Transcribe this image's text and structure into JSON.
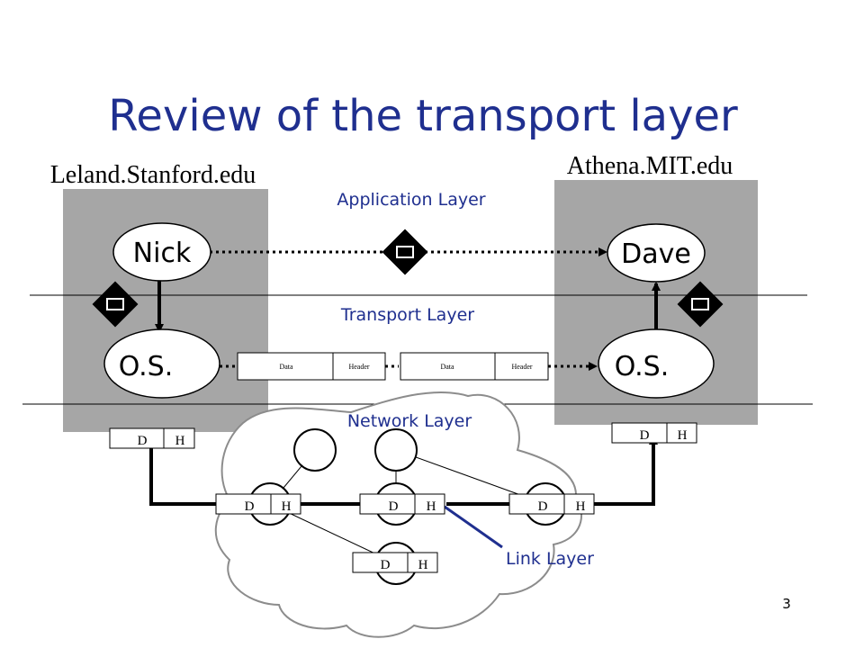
{
  "slide": {
    "title": "Review of the transport layer",
    "page_number": "3"
  },
  "hosts": {
    "left": {
      "domain": "Leland.Stanford.edu",
      "app": "Nick",
      "os": "O.S."
    },
    "right": {
      "domain": "Athena.MIT.edu",
      "app": "Dave",
      "os": "O.S."
    }
  },
  "layers": {
    "application": "Application Layer",
    "transport": "Transport Layer",
    "network": "Network Layer",
    "link": "Link Layer"
  },
  "transport_packets": [
    {
      "data": "Data",
      "header": "Header"
    },
    {
      "data": "Data",
      "header": "Header"
    }
  ],
  "network_packet": {
    "data": "D",
    "header": "H"
  },
  "icons": {
    "message": "envelope-icon",
    "envelope_glyph": "🖂"
  },
  "colors": {
    "host_box": "#a6a6a6",
    "title": "#1f2f8f",
    "layer_label": "#1f2f8f",
    "link_line": "#1f2f8f",
    "ink": "#000000"
  }
}
